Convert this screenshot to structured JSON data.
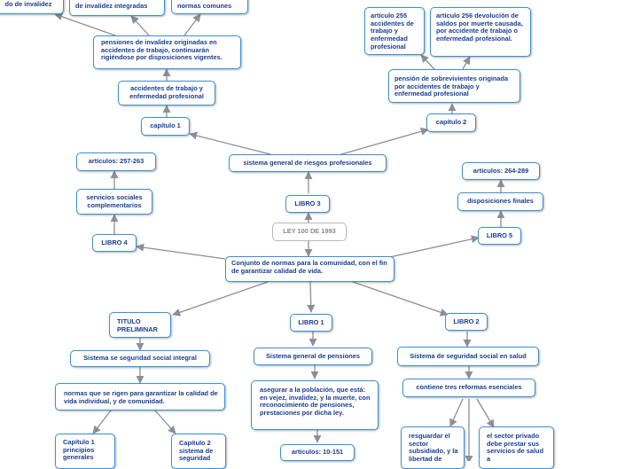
{
  "nodes": {
    "root": "LEY 100 DE 1993",
    "conjunto": "Conjunto de normas para la comunidad, con el fin de garantizar calidad de vida.",
    "libro3": "LIBRO 3",
    "sistema_riesgos": "sistema general de riesgos profesionales",
    "capitulo1": "capítulo 1",
    "accidentes": "accidentes de trabajo y enfermedad profesional",
    "pensiones_invalidez": "pensiones de invalidez originadas en accidentes de trabajo, continuarán rigiéndose por disposiciones vigentes.",
    "top_left": "do de invalidez",
    "top_mid": "de invalidez integradas",
    "top_right": "normas comunes",
    "capitulo2": "capítulo 2",
    "pension_sobrevivientes": "pensión de sobrevivientes originada por accidentes de trabajo y enfermedad profesional",
    "articulo255": "artículo 255 accidentes de trabajo y enfermedad profesional",
    "articulo256": "artículo 256 devolución de saldos por muerte causada, por accidente de trabajo o enfermedad profesional.",
    "libro4": "LIBRO 4",
    "servicios_sociales": "servicios sociales complementarios",
    "articulos_257": "artículos: 257-263",
    "libro5": "LIBRO 5",
    "disposiciones_finales": "disposiciones finales",
    "articulos_264": "artículos: 264-289",
    "titulo_preliminar": "TITULO PRELIMINAR",
    "sistema_seguridad_integral": "Sistema se seguridad social integral",
    "normas_calidad": "normas que se rigen para garantizar la calidad de vida individual, y de comunidad.",
    "capitulo1_principios": "Capítulo 1 principios generales",
    "capitulo2_sistema": "Capítulo 2 sistema de seguridad",
    "libro1": "LIBRO 1",
    "sistema_pensiones": "Sistema general de pensiones",
    "asegurar_poblacion": "asegurar a la población, que está: en vejez, invalidez, y la muerte, con reconocimiento de pensiones, prestaciones por dicha ley.",
    "articulos_10": "artículos: 10-151",
    "libro2": "LIBRO 2",
    "sistema_salud": "Sistema de seguridad social en salud",
    "tres_reformas": "contiene tres reformas esenciales",
    "resguardar": "resguardar el sector subsidiado, y la libertad de",
    "sector_privado": "el sector privado debe prestar sus servicios de salud a"
  },
  "colors": {
    "border": "#3c8fd6",
    "text": "#1b3d8f",
    "edge": "#8b8e96",
    "root_border": "#b9b9b9"
  }
}
